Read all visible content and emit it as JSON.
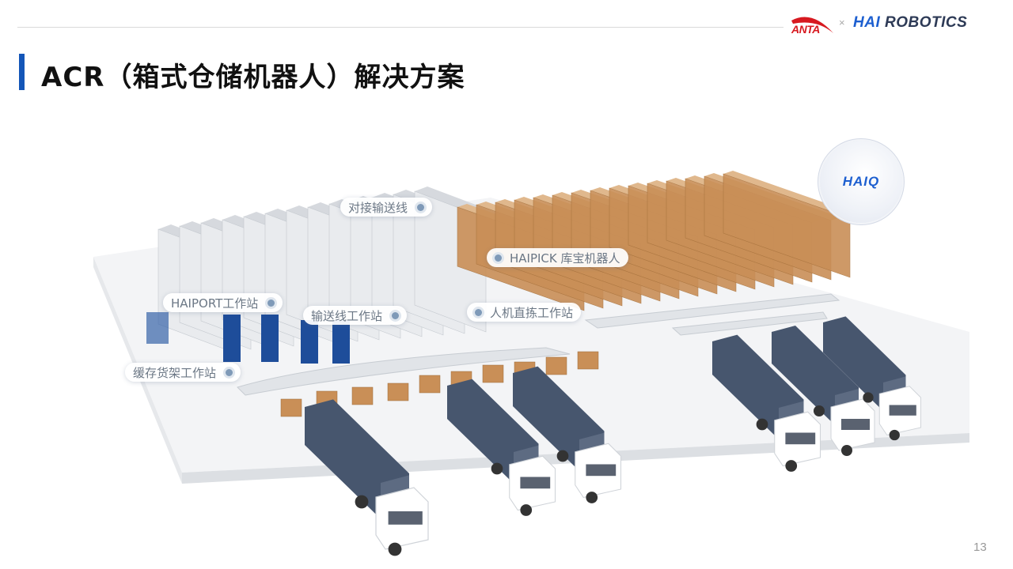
{
  "header": {
    "logo_anta": "ANTA",
    "logo_separator": "×",
    "logo_hai_a": "HAI",
    "logo_hai_b": " ROBOTICS"
  },
  "page_title": "ACR（箱式仓储机器人）解决方案",
  "illustration": {
    "badge": "HAIQ",
    "labels": {
      "docking_conveyor": "对接输送线",
      "haipick": "HAIPICK 库宝机器人",
      "haiport": "HAIPORT工作站",
      "conveyor_station": "输送线工作站",
      "direct_pick": "人机直拣工作站",
      "buffer_shelf": "缓存货架工作站"
    }
  },
  "colors": {
    "accent": "#1456b8",
    "anta_red": "#d71920",
    "hai_blue": "#1d5fd0",
    "container": "#47566e",
    "carton": "#c98f57"
  },
  "page_number": "13"
}
